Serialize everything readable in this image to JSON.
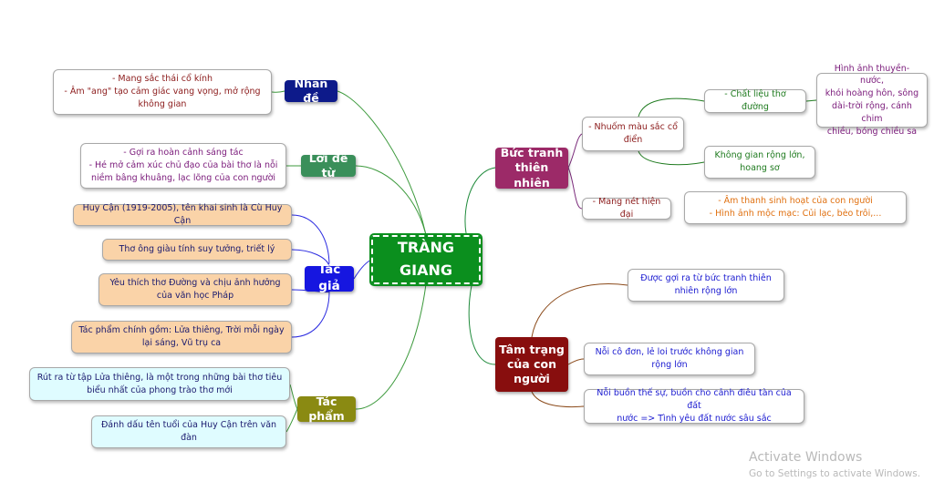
{
  "root": {
    "label": "TRÀNG\nGIANG",
    "color": "#0b8f1e"
  },
  "branches": {
    "nhan_de": {
      "label": "Nhan đề",
      "color": "#0d1a8a"
    },
    "loi_de_tu": {
      "label": "Lời đề từ",
      "color": "#3a8f5a"
    },
    "tac_gia": {
      "label": "Tác giả",
      "color": "#1616e0"
    },
    "tac_pham": {
      "label": "Tác phẩm",
      "color": "#8a8a12"
    },
    "buc_tranh": {
      "label": "Bức tranh\nthiên nhiên",
      "color": "#9c2a68"
    },
    "tam_trang": {
      "label": "Tâm trạng\ncủa con\nngười",
      "color": "#880e0e"
    }
  },
  "leaves": {
    "nhan_de_1": {
      "text": "- Mang sắc thái cổ kính\n- Âm \"ang\" tạo cảm giác vang vọng, mở rộng\nkhông gian",
      "color": "#8b1a1a"
    },
    "loi_de_tu_1": {
      "text": "- Gợi ra hoàn cảnh sáng tác\n- Hé mở cảm xúc chủ đạo của bài thơ là nỗi\nniềm bâng khuâng, lạc lõng của con người",
      "color": "#7a1a7a"
    },
    "tac_gia_1": {
      "text": "Huy Cận (1919-2005), tên khai sinh là Cù Huy Cận",
      "color": "#1a1a6e"
    },
    "tac_gia_2": {
      "text": "Thơ ông giàu tính suy tưởng, triết lý",
      "color": "#1a1a6e"
    },
    "tac_gia_3": {
      "text": "Yêu thích thơ Đường và chịu ảnh hưởng\ncủa văn học Pháp",
      "color": "#1a1a6e"
    },
    "tac_gia_4": {
      "text": "Tác phẩm chính gồm: Lửa thiêng, Trời mỗi ngày\nlại sáng, Vũ trụ ca",
      "color": "#1a1a6e"
    },
    "tac_pham_1": {
      "text": "Rút ra từ tập Lửa thiêng, là một trong những bài thơ tiêu\nbiểu nhất của phong trào thơ mới",
      "color": "#1a1a6e"
    },
    "tac_pham_2": {
      "text": "Đánh dấu tên tuổi của Huy Cận trên văn\nđàn",
      "color": "#1a1a6e"
    },
    "nhuom_mau": {
      "text": "- Nhuốm màu sắc cổ\nđiển",
      "color": "#8b1a1a"
    },
    "chat_lieu": {
      "text": "- Chất liệu thơ đường",
      "color": "#1e7a1e"
    },
    "hinh_anh_thuyen": {
      "text": "Hình ảnh thuyền-nước,\nkhói hoàng hôn, sông\ndài-trời rộng, cánh chim\nchiều, bóng chiều sa",
      "color": "#7a1a7a"
    },
    "khong_gian": {
      "text": "Không gian rộng lớn,\nhoang sơ",
      "color": "#1e7a1e"
    },
    "hien_dai": {
      "text": "- Mang nét hiện đại",
      "color": "#8b1a1a"
    },
    "am_thanh": {
      "text": "- Âm thanh sinh hoạt của con người\n- Hình ảnh mộc mạc: Củi lạc, bèo trôi,...",
      "color": "#e07010"
    },
    "tam_trang_1": {
      "text": "Được gợi ra từ bức tranh thiên\nnhiên rộng lớn",
      "color": "#1a1ad0"
    },
    "tam_trang_2": {
      "text": "Nỗi cô đơn, lẻ loi trước không gian\nrộng lớn",
      "color": "#1a1ad0"
    },
    "tam_trang_3": {
      "text": "Nỗi buồn thế sự, buồn cho cảnh điêu tàn của đất\nnước => Tình yêu đất nước sâu sắc",
      "color": "#1a1ad0"
    }
  },
  "fills": {
    "peach": "#fad3a8",
    "cyan": "#dffcff",
    "white": "#ffffff"
  },
  "link_colors": {
    "nhan_de": "#3d9a3d",
    "loi_de_tu": "#3d9a3d",
    "tac_gia": "#2a2ae0",
    "tac_pham": "#3d9a3d",
    "buc_tranh": "#1e8a3a",
    "buc_tranh_sub": "#7a2a7a",
    "nhuom_sub": "#1e7a1e",
    "tam_trang": "#1e8a3a",
    "tam_trang_sub": "#8b4a1a"
  },
  "watermark": {
    "title": "Activate Windows",
    "subtitle": "Go to Settings to activate Windows."
  }
}
